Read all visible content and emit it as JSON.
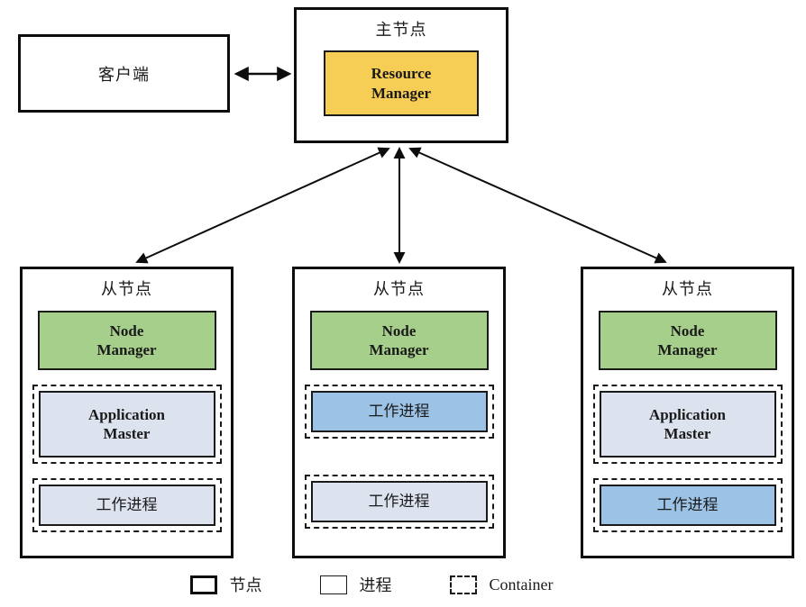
{
  "client": {
    "label": "客户端"
  },
  "master": {
    "title": "主节点",
    "resource_manager": "Resource\nManager"
  },
  "slaves": [
    {
      "title": "从节点",
      "node_manager": "Node\nManager",
      "containers": [
        {
          "label": "Application\nMaster"
        },
        {
          "label": "工作进程"
        }
      ]
    },
    {
      "title": "从节点",
      "node_manager": "Node\nManager",
      "containers": [
        {
          "label": "工作进程"
        },
        {
          "label": "工作进程"
        }
      ]
    },
    {
      "title": "从节点",
      "node_manager": "Node\nManager",
      "containers": [
        {
          "label": "Application\nMaster"
        },
        {
          "label": "工作进程"
        }
      ]
    }
  ],
  "legend": {
    "node": "节点",
    "process": "进程",
    "container": "Container"
  },
  "colors": {
    "resource_manager": "#F6CE55",
    "node_manager": "#A7CF8C",
    "process_gray": "#DCE3EF",
    "process_blue": "#9CC3E6"
  }
}
